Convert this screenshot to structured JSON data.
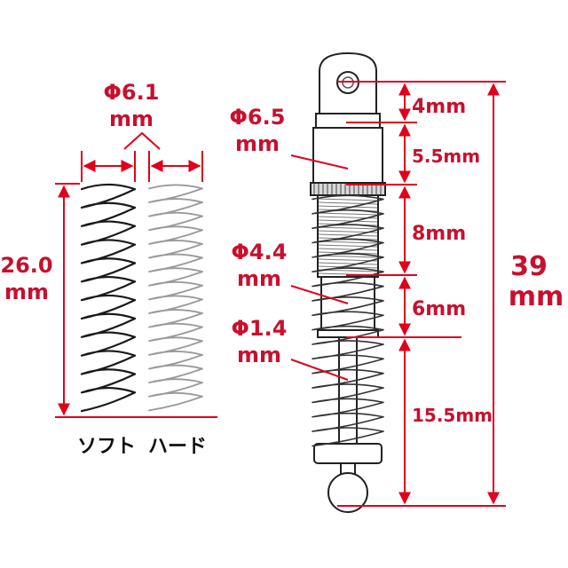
{
  "springs": {
    "diameter_label": "Φ6.1",
    "diameter_unit": "mm",
    "length_label": "26.0",
    "length_unit": "mm",
    "soft_label": "ソフト",
    "hard_label": "ハード"
  },
  "shock": {
    "body_diameter_label": "Φ6.5",
    "body_diameter_unit": "mm",
    "shaft_diameter_label": "Φ4.4",
    "shaft_diameter_unit": "mm",
    "wire_diameter_label": "Φ1.4",
    "wire_diameter_unit": "mm",
    "seg_top": "4mm",
    "seg_body": "5.5mm",
    "seg_collar": "8mm",
    "seg_mid": "6mm",
    "seg_bottom": "15.5mm",
    "total_value": "39",
    "total_unit": "mm"
  },
  "colors": {
    "dimension_red": "#e0001b",
    "label_red": "#c8102e",
    "soft_spring": "#1a1a1a",
    "hard_spring": "#9a9a9a"
  }
}
